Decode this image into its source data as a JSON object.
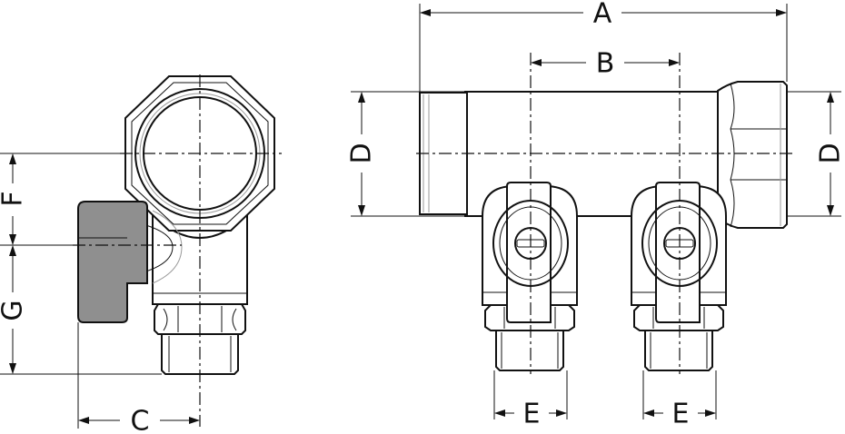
{
  "colors": {
    "line": "#111111",
    "handle": "#8f8f8f",
    "background": "#ffffff"
  },
  "labels": {
    "a": "A",
    "b": "B",
    "c": "C",
    "d_left": "D",
    "d_right": "D",
    "e_left": "E",
    "e_right": "E",
    "f": "F",
    "g": "G"
  }
}
